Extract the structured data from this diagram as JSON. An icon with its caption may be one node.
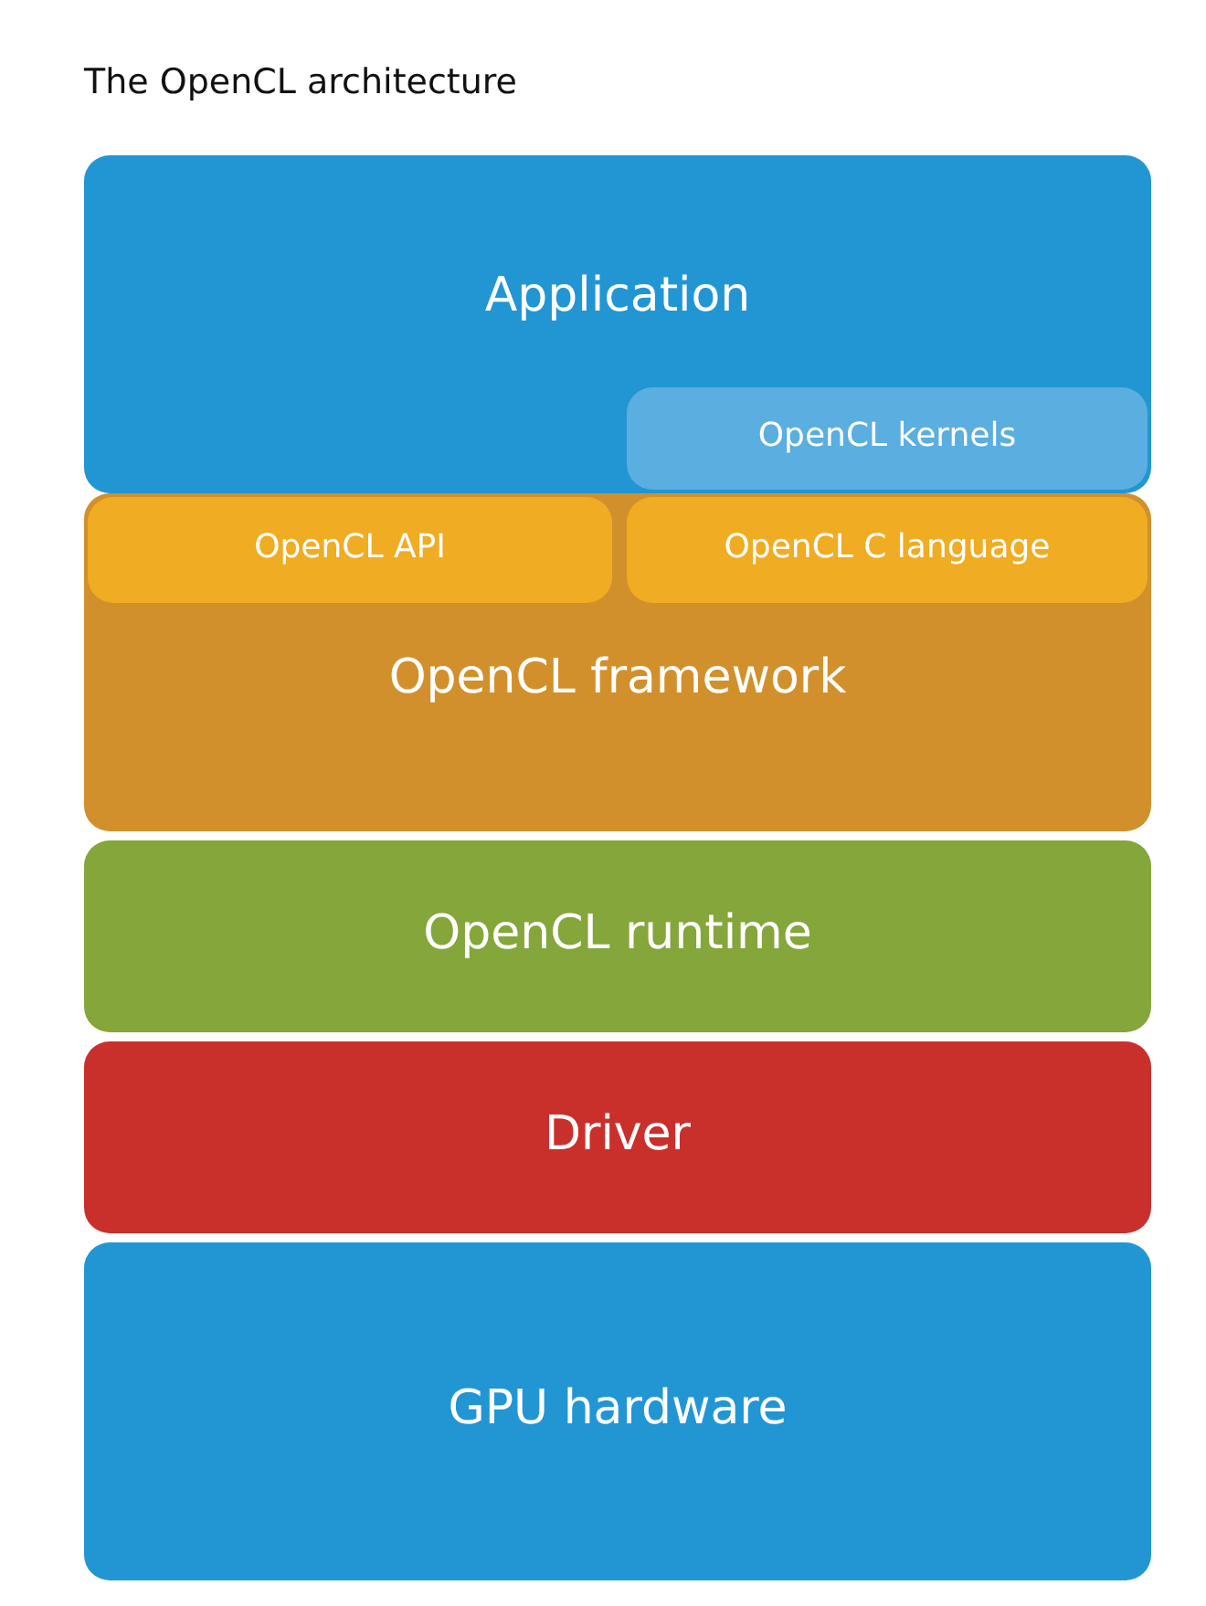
{
  "diagram": {
    "title": "The OpenCL architecture",
    "nodes": [
      {
        "text": [
          "Application"
        ]
      },
      {
        "text": [
          "OpenCL kernels"
        ],
        "in": 0
      },
      {
        "text": [
          "OpenCL framework"
        ]
      },
      {
        "text": [
          "OpenCL API"
        ],
        "in": 2
      },
      {
        "text": [
          "OpenCL C language"
        ],
        "in": 2
      },
      {
        "text": [
          "OpenCL runtime"
        ]
      },
      {
        "text": [
          "Driver"
        ]
      },
      {
        "text": [
          "GPU hardware"
        ]
      }
    ]
  }
}
